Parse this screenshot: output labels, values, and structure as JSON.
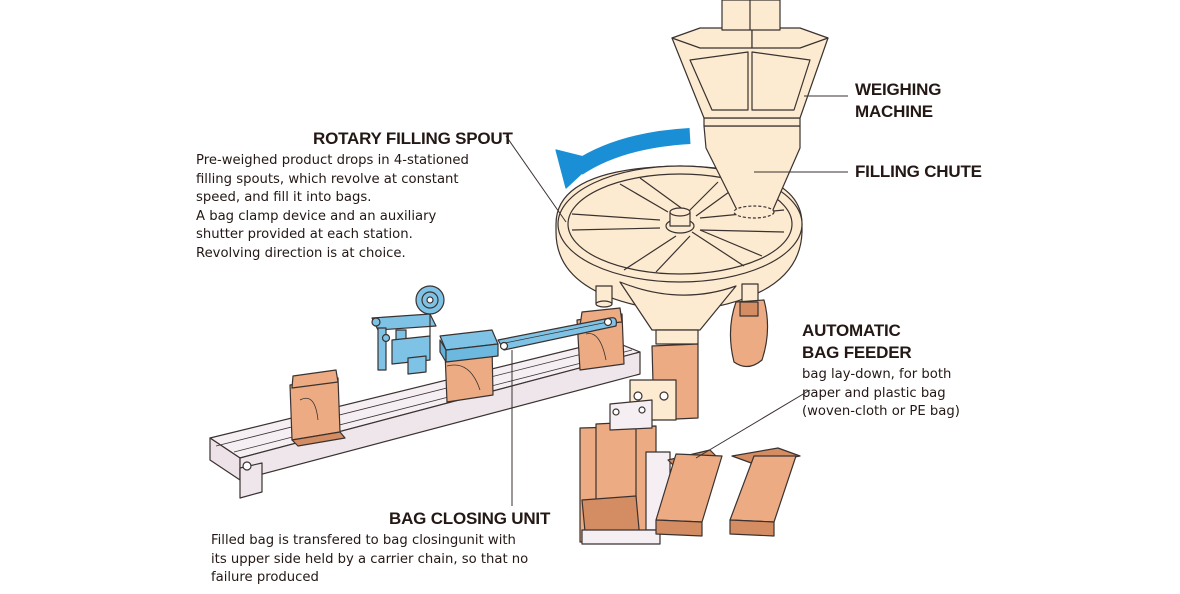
{
  "labels": {
    "weighing_machine": [
      "WEIGHING",
      "MACHINE"
    ],
    "filling_chute": "FILLING CHUTE",
    "rotary_filling_spout": {
      "title": "ROTARY FILLING SPOUT",
      "description": [
        "Pre-weighed product drops in 4-stationed",
        "filling spouts, which revolve at constant",
        "speed, and fill it into bags.",
        "A bag clamp device and an auxiliary",
        "shutter provided at each station.",
        "Revolving direction is at choice."
      ]
    },
    "automatic_bag_feeder": {
      "title": [
        "AUTOMATIC",
        "BAG FEEDER"
      ],
      "description": [
        "bag lay-down, for both",
        "paper and plastic bag",
        "(woven-cloth or PE bag)"
      ]
    },
    "bag_closing_unit": {
      "title": "BAG CLOSING UNIT",
      "description": [
        "Filled bag is transfered to bag closingunit with",
        "its upper side held by a carrier chain, so that no",
        "failure produced"
      ]
    }
  },
  "colors": {
    "machine_body": "#fcebd0",
    "bag": "#ecab82",
    "bag_shadow": "#d48d62",
    "closing_unit": "#7ec3e6",
    "rotation_arrow": "#1a8fd6",
    "outline": "#3a3230",
    "conveyor": "#f5eef2",
    "text": "#231815"
  }
}
